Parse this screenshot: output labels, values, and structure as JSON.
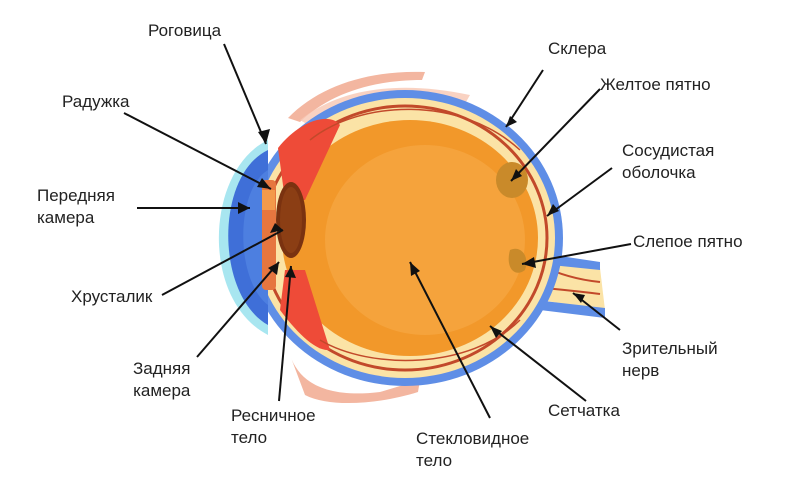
{
  "labels": {
    "cornea": "Роговица",
    "iris": "Радужка",
    "anterior_chamber": [
      "Передняя",
      "камера"
    ],
    "lens": "Хрусталик",
    "posterior_chamber": [
      "Задняя",
      "камера"
    ],
    "ciliary_body": [
      "Ресничное",
      "тело"
    ],
    "vitreous_body": [
      "Стекловидное",
      "тело"
    ],
    "sclera": "Склера",
    "macula": "Желтое пятно",
    "choroid": [
      "Сосудистая",
      "оболочка"
    ],
    "blind_spot": "Слепое пятно",
    "optic_nerve": [
      "Зрительный",
      "нерв"
    ],
    "retina": "Сетчатка"
  },
  "colors": {
    "sclera_blue": "#5f8ee6",
    "cornea_blue": "#3f6fd8",
    "cornea_light": "#a8e6f0",
    "choroid_red": "#c2492a",
    "retina_cream": "#fbe3a6",
    "vitreous_outer": "#f2982a",
    "vitreous_inner": "#f5a33c",
    "iris_red": "#ee4b38",
    "lens_brown": "#7a3210",
    "muscle_pink": "#f3b6a0",
    "macula": "#c98a2a"
  }
}
